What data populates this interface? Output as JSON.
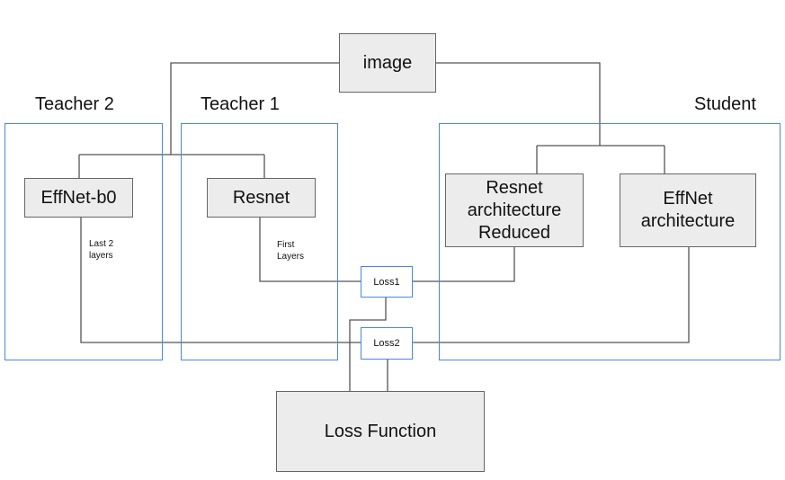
{
  "groups": {
    "teacher2": "Teacher 2",
    "teacher1": "Teacher 1",
    "student": "Student"
  },
  "nodes": {
    "image": "image",
    "effnet_b0": "EffNet-b0",
    "resnet": "Resnet",
    "resnet_reduced": "Resnet\narchitecture\nReduced",
    "effnet_arch": "EffNet\narchitecture",
    "loss_function": "Loss Function"
  },
  "losses": {
    "loss1": "Loss1",
    "loss2": "Loss2"
  },
  "notes": {
    "last2": "Last 2\nlayers",
    "first": "First\nLayers"
  },
  "colors": {
    "group_border": "#4a86e8",
    "node_fill": "#ececec",
    "connector": "#555555"
  }
}
